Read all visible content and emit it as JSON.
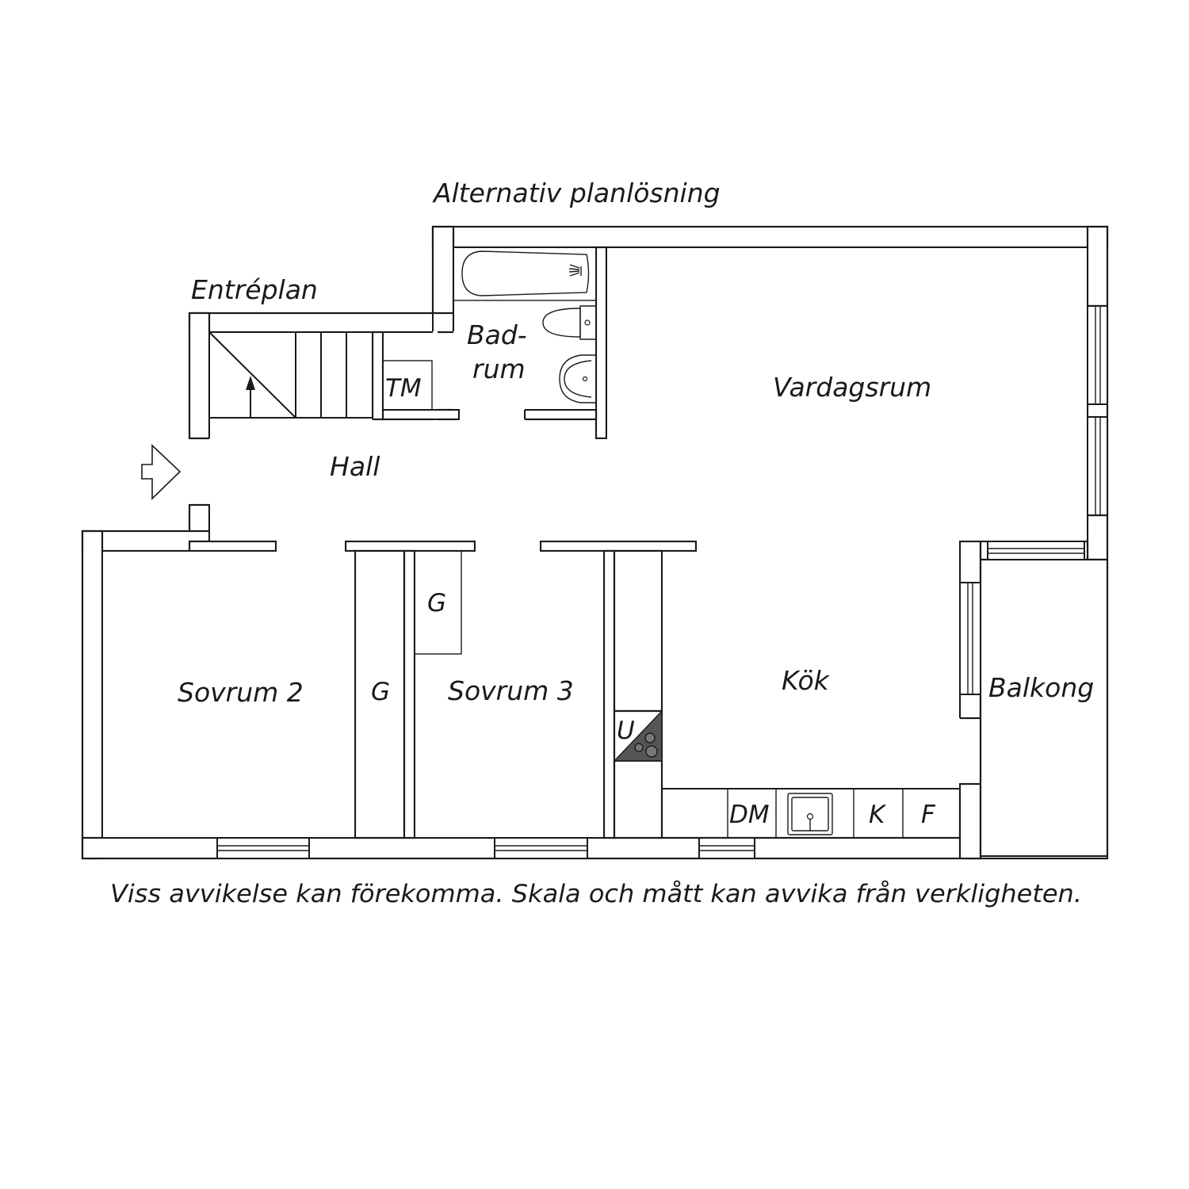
{
  "title_alt": "Alternativ planlösning",
  "title_entry": "Entréplan",
  "rooms": {
    "bad_1": "Bad-",
    "bad_2": "rum",
    "vardagsrum": "Vardagsrum",
    "hall": "Hall",
    "sovrum2": "Sovrum 2",
    "sovrum3": "Sovrum 3",
    "kok": "Kök",
    "balkong": "Balkong"
  },
  "fixtures": {
    "tm": "TM",
    "g_left": "G",
    "g_top": "G",
    "u": "U",
    "dm": "DM",
    "k": "K",
    "f": "F"
  },
  "disclaimer": "Viss avvikelse kan förekomma. Skala och mått kan avvika från verkligheten.",
  "colors": {
    "line": "#1a1a1a",
    "stove": "#555555",
    "background": "#ffffff"
  }
}
